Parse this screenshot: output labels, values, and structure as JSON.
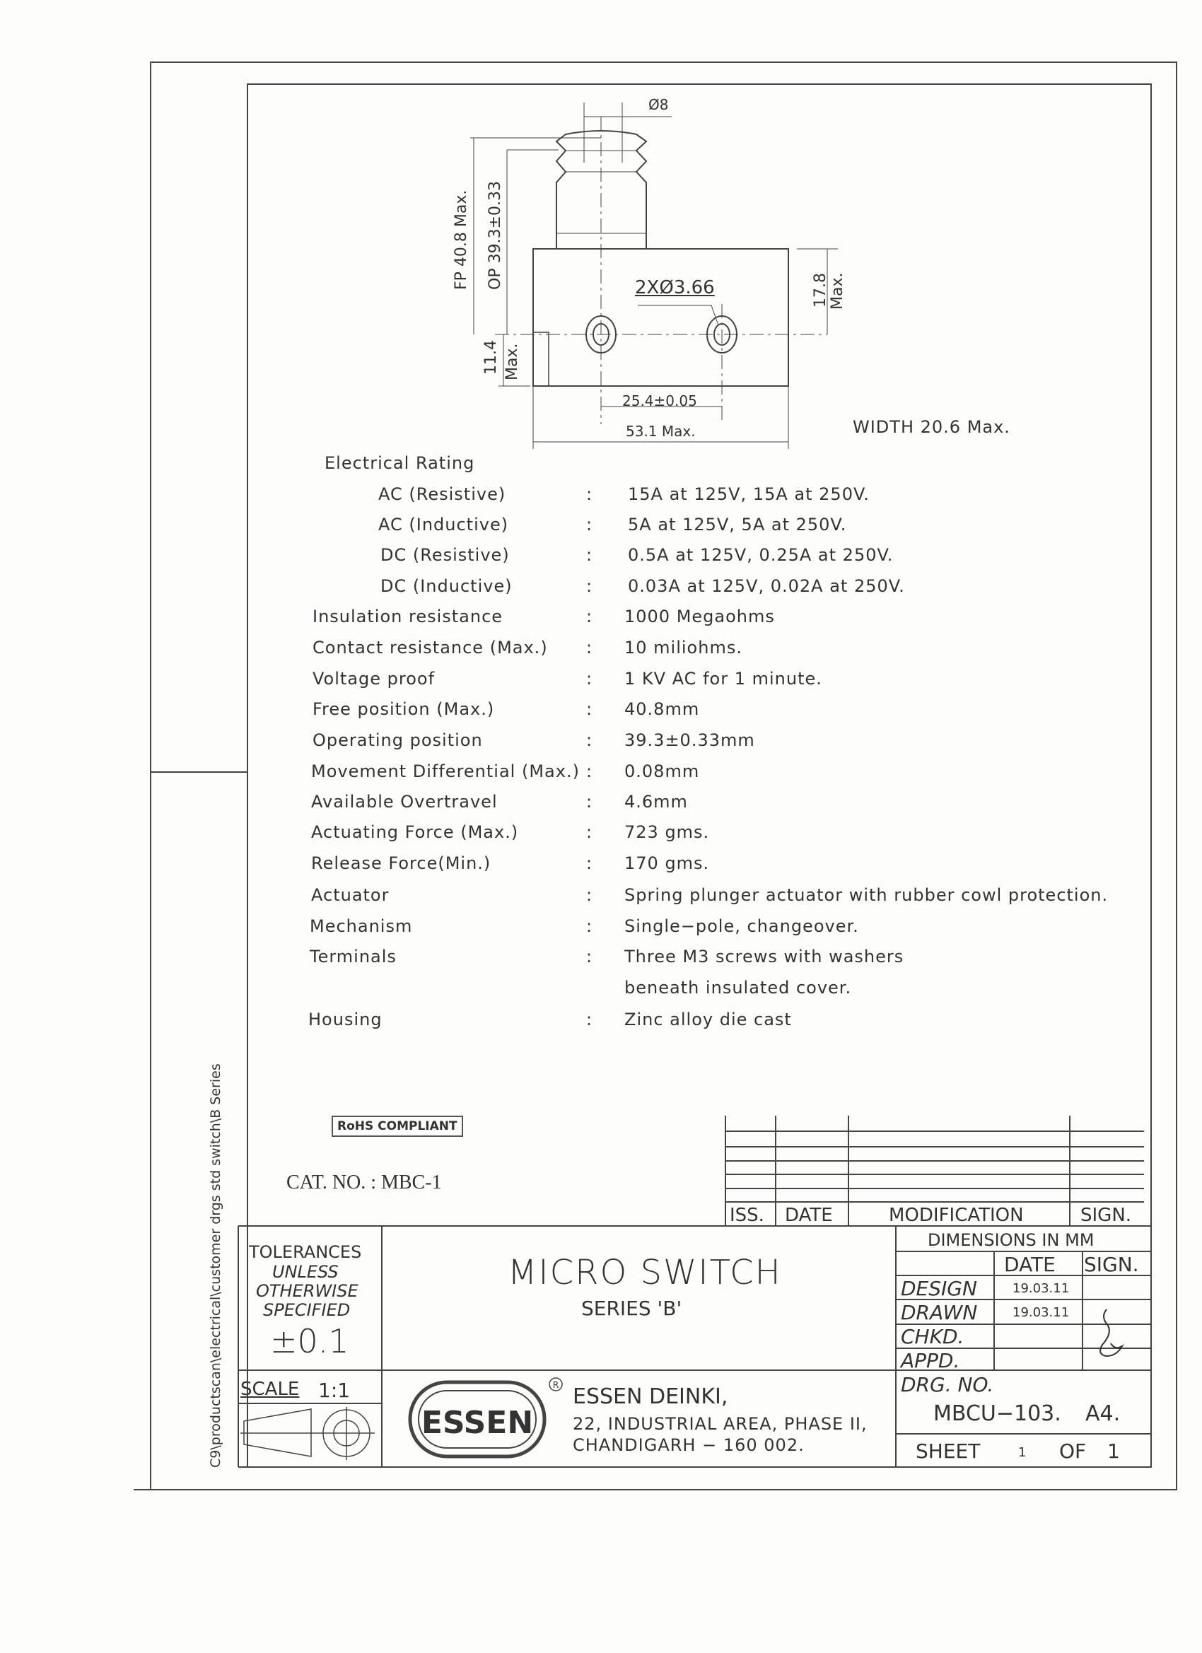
{
  "file_path_note": "C9\\productscan\\electrical\\customer drgs std switch\\B Series",
  "drawing": {
    "dia_plunger": "Ø8",
    "fp": "FP  40.8 Max.",
    "op": "OP  39.3±0.33",
    "holes": "2XØ3.66",
    "height_right": "17.8",
    "height_right_max": "Max.",
    "height_left": "11.4",
    "height_left_max": "Max.",
    "hole_pitch": "25.4±0.05",
    "length": "53.1 Max.",
    "width": "WIDTH  20.6 Max."
  },
  "specs": {
    "electrical_heading": "Electrical Rating",
    "rows": [
      {
        "label": "AC (Resistive)",
        "value": "15A at 125V, 15A at 250V."
      },
      {
        "label": "AC (Inductive)",
        "value": "5A at 125V, 5A at 250V."
      },
      {
        "label": "DC (Resistive)",
        "value": "0.5A at 125V, 0.25A at 250V."
      },
      {
        "label": "DC (Inductive)",
        "value": "0.03A at 125V, 0.02A at 250V."
      },
      {
        "label": "Insulation resistance",
        "value": "1000 Megaohms"
      },
      {
        "label": "Contact resistance (Max.)",
        "value": "10 miliohms."
      },
      {
        "label": "Voltage proof",
        "value": "1 KV AC for 1 minute."
      },
      {
        "label": "Free position (Max.)",
        "value": "40.8mm"
      },
      {
        "label": "Operating position",
        "value": "39.3±0.33mm"
      },
      {
        "label": "Movement Differential (Max.)",
        "value": "0.08mm"
      },
      {
        "label": "Available Overtravel",
        "value": "4.6mm"
      },
      {
        "label": "Actuating Force (Max.)",
        "value": "723 gms."
      },
      {
        "label": "Release Force(Min.)",
        "value": "170 gms."
      },
      {
        "label": "Actuator",
        "value": "Spring plunger actuator with rubber cowl protection."
      },
      {
        "label": "Mechanism",
        "value": "Single−pole, changeover."
      },
      {
        "label": "Terminals",
        "value": "Three M3 screws with washers"
      },
      {
        "label": "",
        "value": "beneath insulated cover."
      },
      {
        "label": "Housing",
        "value": "Zinc alloy die cast"
      }
    ],
    "colon": ":"
  },
  "rohs": "RoHS COMPLIANT",
  "cat_no": "CAT. NO. : MBC-1",
  "mod_table": {
    "iss": "ISS.",
    "date": "DATE",
    "modification": "MODIFICATION",
    "sign": "SIGN."
  },
  "title_block": {
    "tol1": "TOLERANCES",
    "tol2": "UNLESS",
    "tol3": "OTHERWISE",
    "tol4": "SPECIFIED",
    "tol_value": "±0.1",
    "scale_label": "SCALE",
    "scale_value": "1:1",
    "title": "MICRO SWITCH",
    "subtitle": "SERIES 'B'",
    "logo": "ESSEN",
    "company": "ESSEN DEINKI,",
    "address1": "22, INDUSTRIAL AREA, PHASE II,",
    "address2": "CHANDIGARH − 160 002.",
    "dims": "DIMENSIONS IN MM",
    "date_h": "DATE",
    "sign_h": "SIGN.",
    "design": "DESIGN",
    "design_date": "19.03.11",
    "drawn": "DRAWN",
    "drawn_date": "19.03.11",
    "chkd": "CHKD.",
    "appd": "APPD.",
    "drg_label": "DRG. NO.",
    "drg_no": "MBCU−103.",
    "size": "A4.",
    "sheet": "SHEET",
    "sheet_num": "1",
    "of": "OF",
    "sheet_total": "1"
  }
}
